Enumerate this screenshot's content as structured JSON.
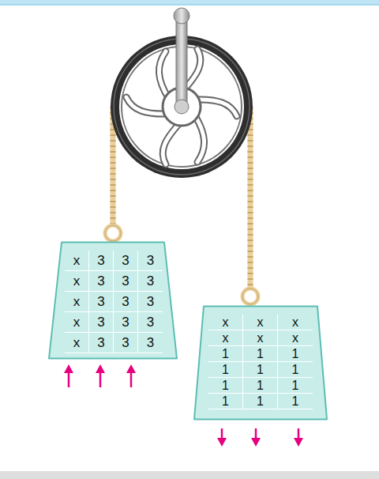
{
  "diagram": {
    "nodes": [
      {
        "text": [
          "x",
          "3",
          "3",
          "3",
          "x",
          "3",
          "3",
          "3",
          "x",
          "3",
          "3",
          "3",
          "x",
          "3",
          "3",
          "3",
          "x",
          "3",
          "3",
          "3"
        ]
      },
      {
        "text": [
          "x",
          "x",
          "x",
          "x",
          "x",
          "x",
          "1",
          "1",
          "1",
          "1",
          "1",
          "1",
          "1",
          "1",
          "1",
          "1",
          "1",
          "1"
        ]
      }
    ]
  }
}
